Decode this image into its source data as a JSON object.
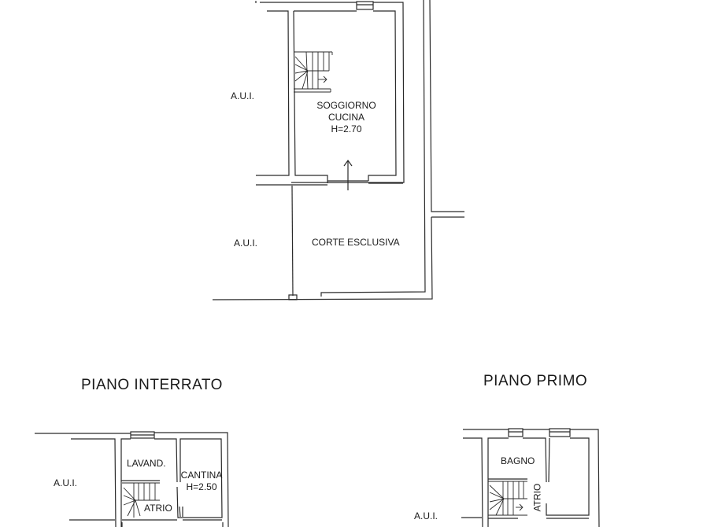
{
  "plans": {
    "piano_terra": {
      "rooms": {
        "soggiorno": {
          "line1": "SOGGIORNO",
          "line2": "CUCINA",
          "height": "H=2.70"
        },
        "corte": {
          "label": "CORTE ESCLUSIVA"
        }
      },
      "aui_top": "A.U.I.",
      "aui_bottom": "A.U.I."
    },
    "piano_interrato": {
      "title": "PIANO INTERRATO",
      "rooms": {
        "lavanderia": {
          "label": "LAVAND."
        },
        "cantina": {
          "line1": "CANTINA",
          "height": "H=2.50"
        },
        "atrio": {
          "label": "ATRIO"
        }
      },
      "aui": "A.U.I."
    },
    "piano_primo": {
      "title": "PIANO PRIMO",
      "rooms": {
        "bagno": {
          "label": "BAGNO"
        },
        "atrio": {
          "label": "ATRIO"
        }
      },
      "aui": "A.U.I."
    }
  },
  "colors": {
    "line": "#2a2a2a",
    "background": "#ffffff"
  }
}
